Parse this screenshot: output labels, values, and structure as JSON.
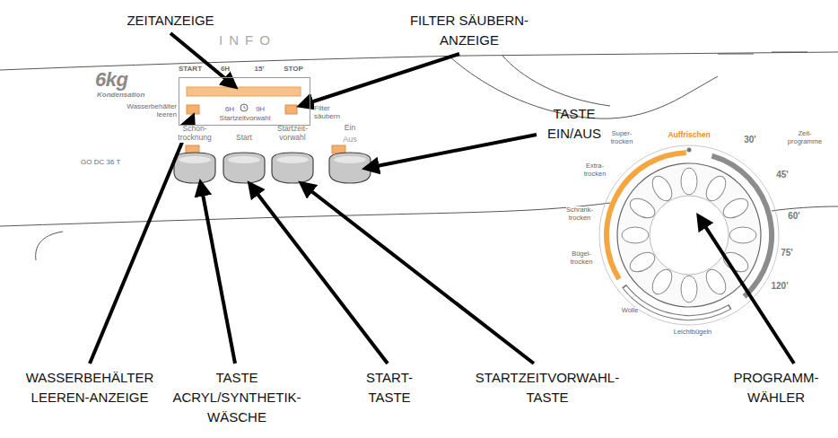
{
  "diagram": {
    "nodes": [
      {
        "text": [
          "6H",
          "9H",
          "Startzeitvorwahl"
        ]
      }
    ],
    "labels": [
      "ZEITANZEIGE",
      "FILTER SÄUBERN- ANZEIGE",
      "6kg",
      "Kondensation",
      "INFO",
      "START",
      "6H",
      "15'",
      "STOP",
      "Wasserbehälter leeren",
      "Filter säubern",
      "GO DC 36 T",
      "Schon- trocknung",
      "Start",
      "Startzeit- vorwahl",
      "Ein",
      "Aus",
      "TASTE EIN/AUS",
      "Super- trocken",
      "Auffrischen",
      "30'",
      "Zeit- programme",
      "Extra- trocken",
      "45'",
      "Schrank- trocken",
      "60'",
      "75'",
      "Bügel- trocken",
      "120'",
      "Wolle",
      "Leichtbügeln",
      "WASSERBEHÄLTER LEEREN-ANZEIGE",
      "TASTE ACRYL/SYNTHETIK- WÄSCHE",
      "START- TASTE",
      "STARTZEITVORWAHL- TASTE",
      "PROGRAMM- WÄHLER"
    ]
  }
}
